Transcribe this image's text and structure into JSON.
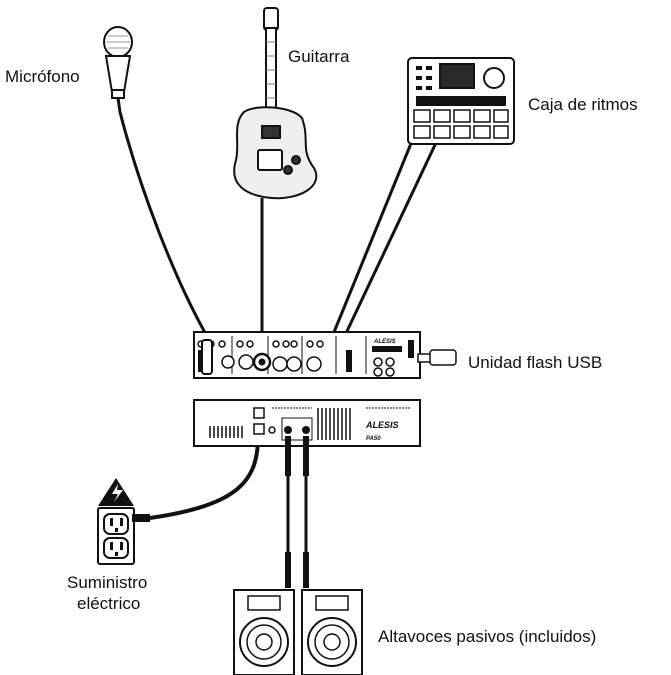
{
  "labels": {
    "microphone": "Micrófono",
    "guitar": "Guitarra",
    "drum_machine": "Caja de ritmos",
    "usb_drive": "Unidad flash USB",
    "power_line1": "Suministro",
    "power_line2": "eléctrico",
    "speakers": "Altavoces pasivos (incluidos)"
  },
  "devices": {
    "mixer_brand": "ALESIS",
    "amp_brand": "ALESIS",
    "amp_model": "PA50"
  },
  "icons": {
    "warning": "electrical-hazard-warning-icon",
    "outlet": "power-outlet-icon"
  },
  "colors": {
    "line": "#111111",
    "background": "#ffffff",
    "guitar_body": "#efefef"
  }
}
